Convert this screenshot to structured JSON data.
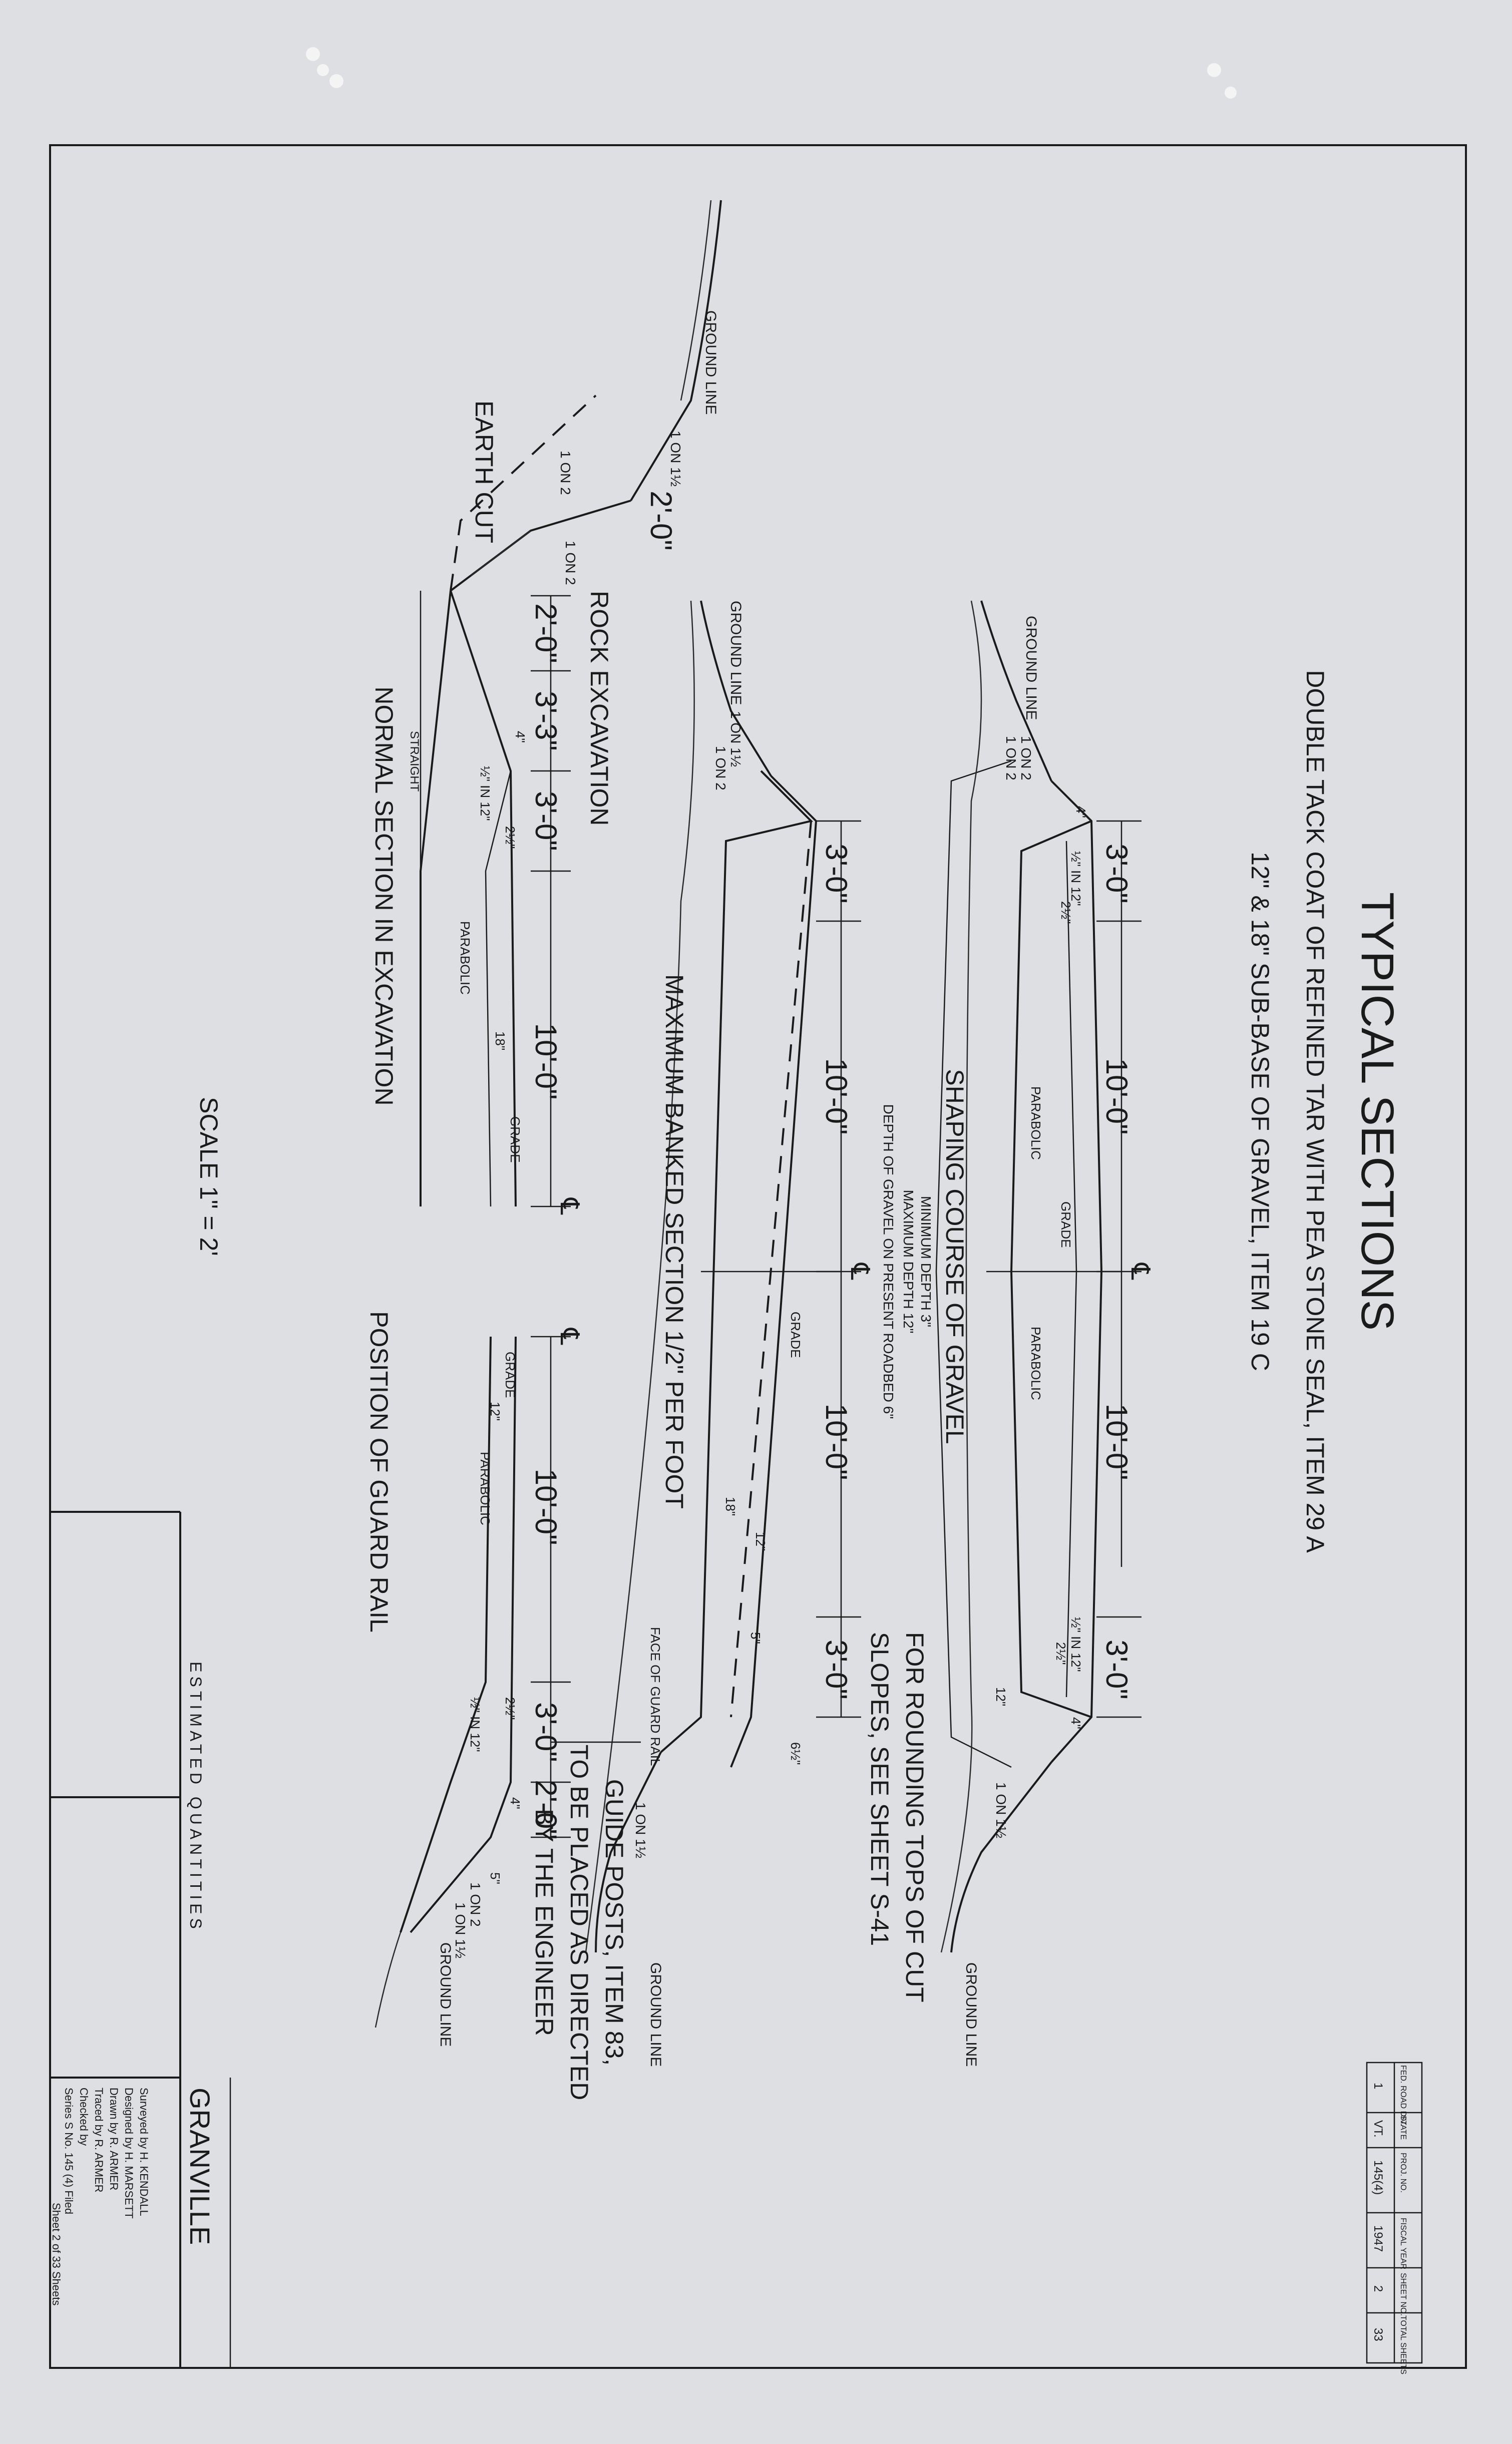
{
  "title": {
    "main": "TYPICAL SECTIONS",
    "line1": "DOUBLE TACK COAT OF REFINED TAR WITH PEA STONE SEAL, ITEM 29 A",
    "line2": "12\" & 18\" SUB-BASE OF GRAVEL, ITEM 19 C"
  },
  "sections": {
    "shaping": {
      "label": "SHAPING COURSE OF GRAVEL",
      "note1": "MINIMUM DEPTH    3\"",
      "note2": "MAXIMUM DEPTH   12\"",
      "note3": "DEPTH OF GRAVEL ON PRESENT ROADBED 6\"",
      "dims": [
        "3'-0\"",
        "10'-0\"",
        "10'-0\"",
        "3'-0\""
      ],
      "small": [
        "4\"",
        "½\" IN 12\"",
        "2½\"",
        "PARABOLIC",
        "GRADE",
        "PARABOLIC",
        "½\" IN 12\"",
        "2½\"",
        "4\"",
        "12\""
      ],
      "slopes": [
        "1 ON 2",
        "1 ON 2",
        "1 ON 1½"
      ],
      "ground_left": "GROUND LINE",
      "ground_right": "GROUND LINE",
      "cl": "℄"
    },
    "banked": {
      "label": "MAXIMUM BANKED SECTION 1/2\" PER FOOT",
      "dims": [
        "3'-0\"",
        "10'-0\"",
        "10'-0\"",
        "3'-0\""
      ],
      "small": [
        "GRADE",
        "18\"",
        "12\"",
        "5\"",
        "6½\""
      ],
      "slopes": [
        "1 ON 1½",
        "1 ON 2",
        "1 ON 1½"
      ],
      "ground_left": "GROUND LINE",
      "ground_right": "GROUND LINE",
      "cl": "℄"
    },
    "excavation": {
      "label": "NORMAL SECTION IN EXCAVATION",
      "earth": "EARTH CUT",
      "rock": "ROCK EXCAVATION",
      "dims": [
        "2'-0\"",
        "2'-0\"",
        "3'-3\"",
        "3'-0\"",
        "10'-0\""
      ],
      "small": [
        "STRAIGHT",
        "4\"",
        "½\" IN 12\"",
        "2½\"",
        "PARABOLIC",
        "18\"",
        "GRADE"
      ],
      "slopes": [
        "1 ON 1½",
        "1 ON 2",
        "1 ON 2"
      ],
      "ground": "GROUND LINE",
      "cl": "℄"
    },
    "guardrail": {
      "label": "POSITION OF GUARD RAIL",
      "face": "FACE OF GUARD RAIL",
      "dims": [
        "10'-0\"",
        "3'-0\"",
        "2'-0\""
      ],
      "small": [
        "GRADE",
        "12\"",
        "PARABOLIC",
        "2½\"",
        "½\" IN 12\"",
        "4\"",
        "5\""
      ],
      "slopes": [
        "1 ON 2",
        "1 ON 1½"
      ],
      "ground": "GROUND LINE",
      "cl": "℄"
    }
  },
  "notes": {
    "rounding": [
      "FOR ROUNDING TOPS OF CUT",
      "SLOPES, SEE SHEET S-41"
    ],
    "guide": [
      "GUIDE POSTS, ITEM 83,",
      "TO BE PLACED AS DIRECTED",
      "BY THE ENGINEER"
    ]
  },
  "scale": "SCALE 1\" = 2'",
  "estimated": "ESTIMATED QUANTITIES",
  "titleblock": {
    "town": "GRANVILLE",
    "surveyed": "Surveyed by   H. KENDALL",
    "designed": "Designed by   H. MARSETT",
    "drawn": "Drawn by   R. ARMER",
    "traced": "Traced by   R. ARMER",
    "checked": "Checked by",
    "series_no": "Series   S        No.  145 (4)        Filed",
    "sheet": "Sheet   2   of   33   Sheets"
  },
  "stamp": {
    "row1": [
      "FED. ROAD DIV.",
      "STATE",
      "PROJ. NO.",
      "FISCAL YEAR",
      "SHEET NO.",
      "TOTAL SHEETS"
    ],
    "row2": [
      "1",
      "VT.",
      "145(4)",
      "1947",
      "2",
      "33"
    ]
  }
}
